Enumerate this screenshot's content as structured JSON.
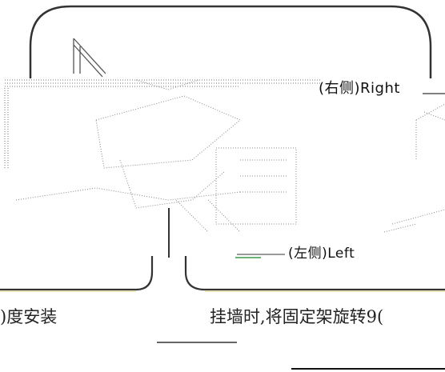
{
  "labels": {
    "right": "(右侧)Right",
    "left": "(左侧)Left"
  },
  "captions": {
    "left_zh": ")度安装",
    "right_zh": "挂墙时,将固定架旋转9(",
    "left_en": "",
    "right_en": ""
  },
  "colors": {
    "outline": "#333333",
    "arc_tint": "#f3f0d8",
    "text": "#111111"
  },
  "icons": [
    "monitor-frame-outline",
    "wall-mount-bracket",
    "leader-line"
  ]
}
